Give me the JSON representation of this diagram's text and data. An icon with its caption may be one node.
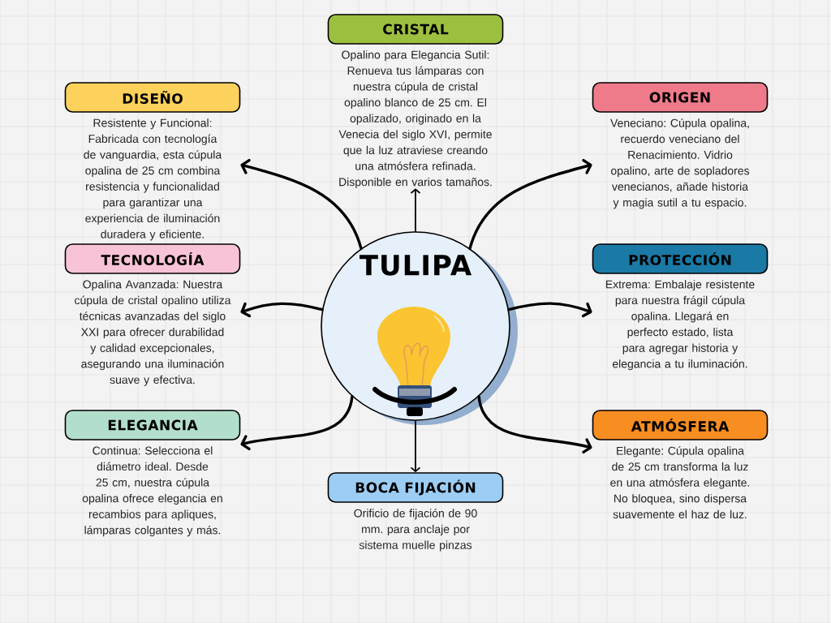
{
  "diagram": {
    "nodes": [
      {
        "text": [
          "TULIPA"
        ]
      },
      {
        "text": [
          "CRISTAL",
          "Opalino para Elegancia Sutil: Renueva tus lámparas con nuestra cúpula de cristal opalino blanco de 25 cm. El opalizado, originado en la Venecia del siglo XVI, permite que la luz atraviese creando una atmósfera refinada. Disponible en varios tamaños."
        ]
      },
      {
        "text": [
          "DISEÑO",
          "Resistente y Funcional: Fabricada con tecnología de vanguardia, esta cúpula opalina de 25 cm combina resistencia y funcionalidad para garantizar una experiencia de iluminación duradera y eficiente."
        ]
      },
      {
        "text": [
          "ORIGEN",
          "Veneciano: Cúpula opalina, recuerdo veneciano del Renacimiento. Vidrio opalino, arte de sopladores venecianos, añade historia y magia sutil a tu espacio."
        ]
      },
      {
        "text": [
          "TECNOLOGÍA",
          "Opalina Avanzada: Nuestra cúpula de cristal opalino utiliza técnicas avanzadas del siglo XXI para ofrecer durabilidad y calidad excepcionales, asegurando una iluminación suave y efectiva."
        ]
      },
      {
        "text": [
          "PROTECCIÓN",
          "Extrema: Embalaje resistente para nuestra frágil cúpula opalina. Llegará en perfecto estado, lista para agregar historia y elegancia a tu iluminación."
        ]
      },
      {
        "text": [
          "ELEGANCIA",
          "Continua: Selecciona el diámetro ideal. Desde 25 cm, nuestra cúpula opalina ofrece elegancia en recambios para apliques, lámparas colgantes y más."
        ]
      },
      {
        "text": [
          "ATMÓSFERA",
          "Elegante: Cúpula opalina de 25 cm transforma la luz en una atmósfera elegante. No bloquea, sino dispersa suavemente el haz de luz."
        ]
      },
      {
        "text": [
          "BOCA FIJACIÓN",
          "Orificio de fijación de 90 mm. para anclaje por sistema muelle pinzas"
        ]
      }
    ],
    "edges": [
      {
        "from": 0,
        "to": 1,
        "arrow": "to"
      },
      {
        "from": 0,
        "to": 2,
        "arrow": "to"
      },
      {
        "from": 0,
        "to": 3,
        "arrow": "to"
      },
      {
        "from": 0,
        "to": 4,
        "arrow": "to"
      },
      {
        "from": 0,
        "to": 5,
        "arrow": "to"
      },
      {
        "from": 0,
        "to": 6,
        "arrow": "to"
      },
      {
        "from": 0,
        "to": 7,
        "arrow": "to"
      },
      {
        "from": 0,
        "to": 8,
        "arrow": "to"
      }
    ]
  }
}
